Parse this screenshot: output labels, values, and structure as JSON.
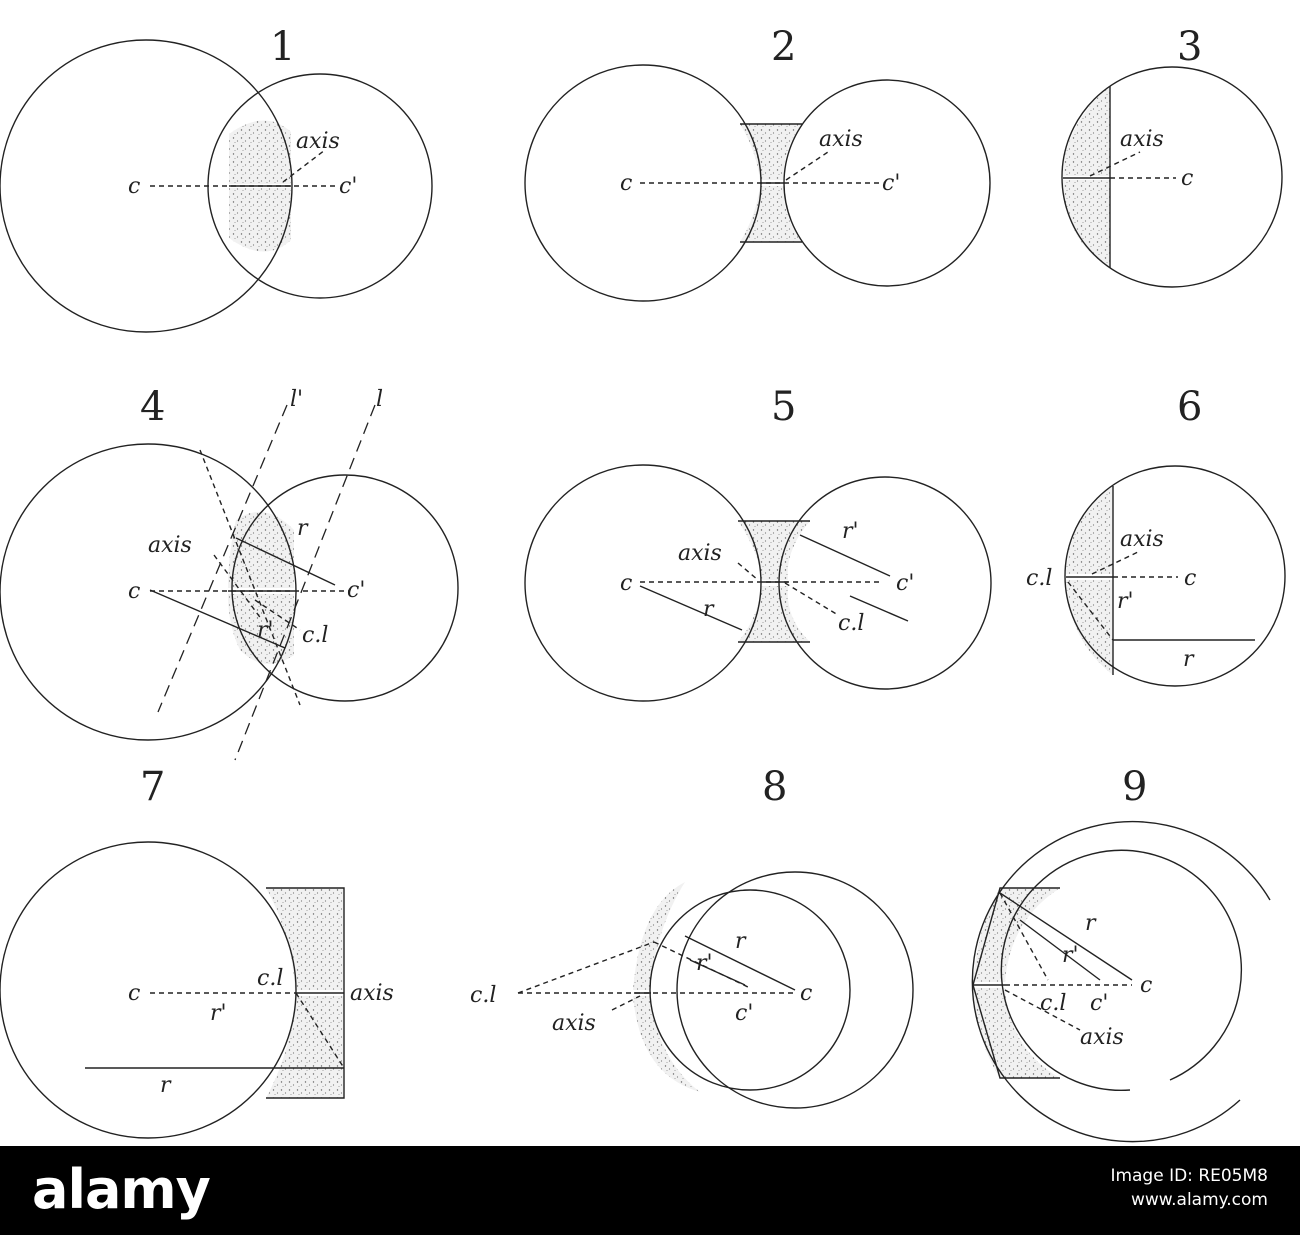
{
  "figures": [
    {
      "number": "1",
      "labels": [
        "axis",
        "c",
        "c'"
      ]
    },
    {
      "number": "2",
      "labels": [
        "axis",
        "c",
        "c'"
      ]
    },
    {
      "number": "3",
      "labels": [
        "axis",
        "c"
      ]
    },
    {
      "number": "4",
      "labels": [
        "axis",
        "c",
        "c'",
        "r",
        "r'",
        "c.l",
        "l'",
        "l"
      ]
    },
    {
      "number": "5",
      "labels": [
        "axis",
        "c",
        "c'",
        "r",
        "r'",
        "c.l"
      ]
    },
    {
      "number": "6",
      "labels": [
        "axis",
        "c.l",
        "c",
        "r'",
        "r"
      ]
    },
    {
      "number": "7",
      "labels": [
        "c",
        "c.l",
        "axis",
        "r'",
        "r"
      ]
    },
    {
      "number": "8",
      "labels": [
        "c.l",
        "axis",
        "r",
        "r'",
        "c",
        "c'"
      ]
    },
    {
      "number": "9",
      "labels": [
        "r",
        "r'",
        "c",
        "c.l",
        "c'",
        "axis"
      ]
    }
  ],
  "footer": {
    "logo": "alamy",
    "image_id_line": "Image ID: RE05M8",
    "site_line": "www.alamy.com"
  }
}
